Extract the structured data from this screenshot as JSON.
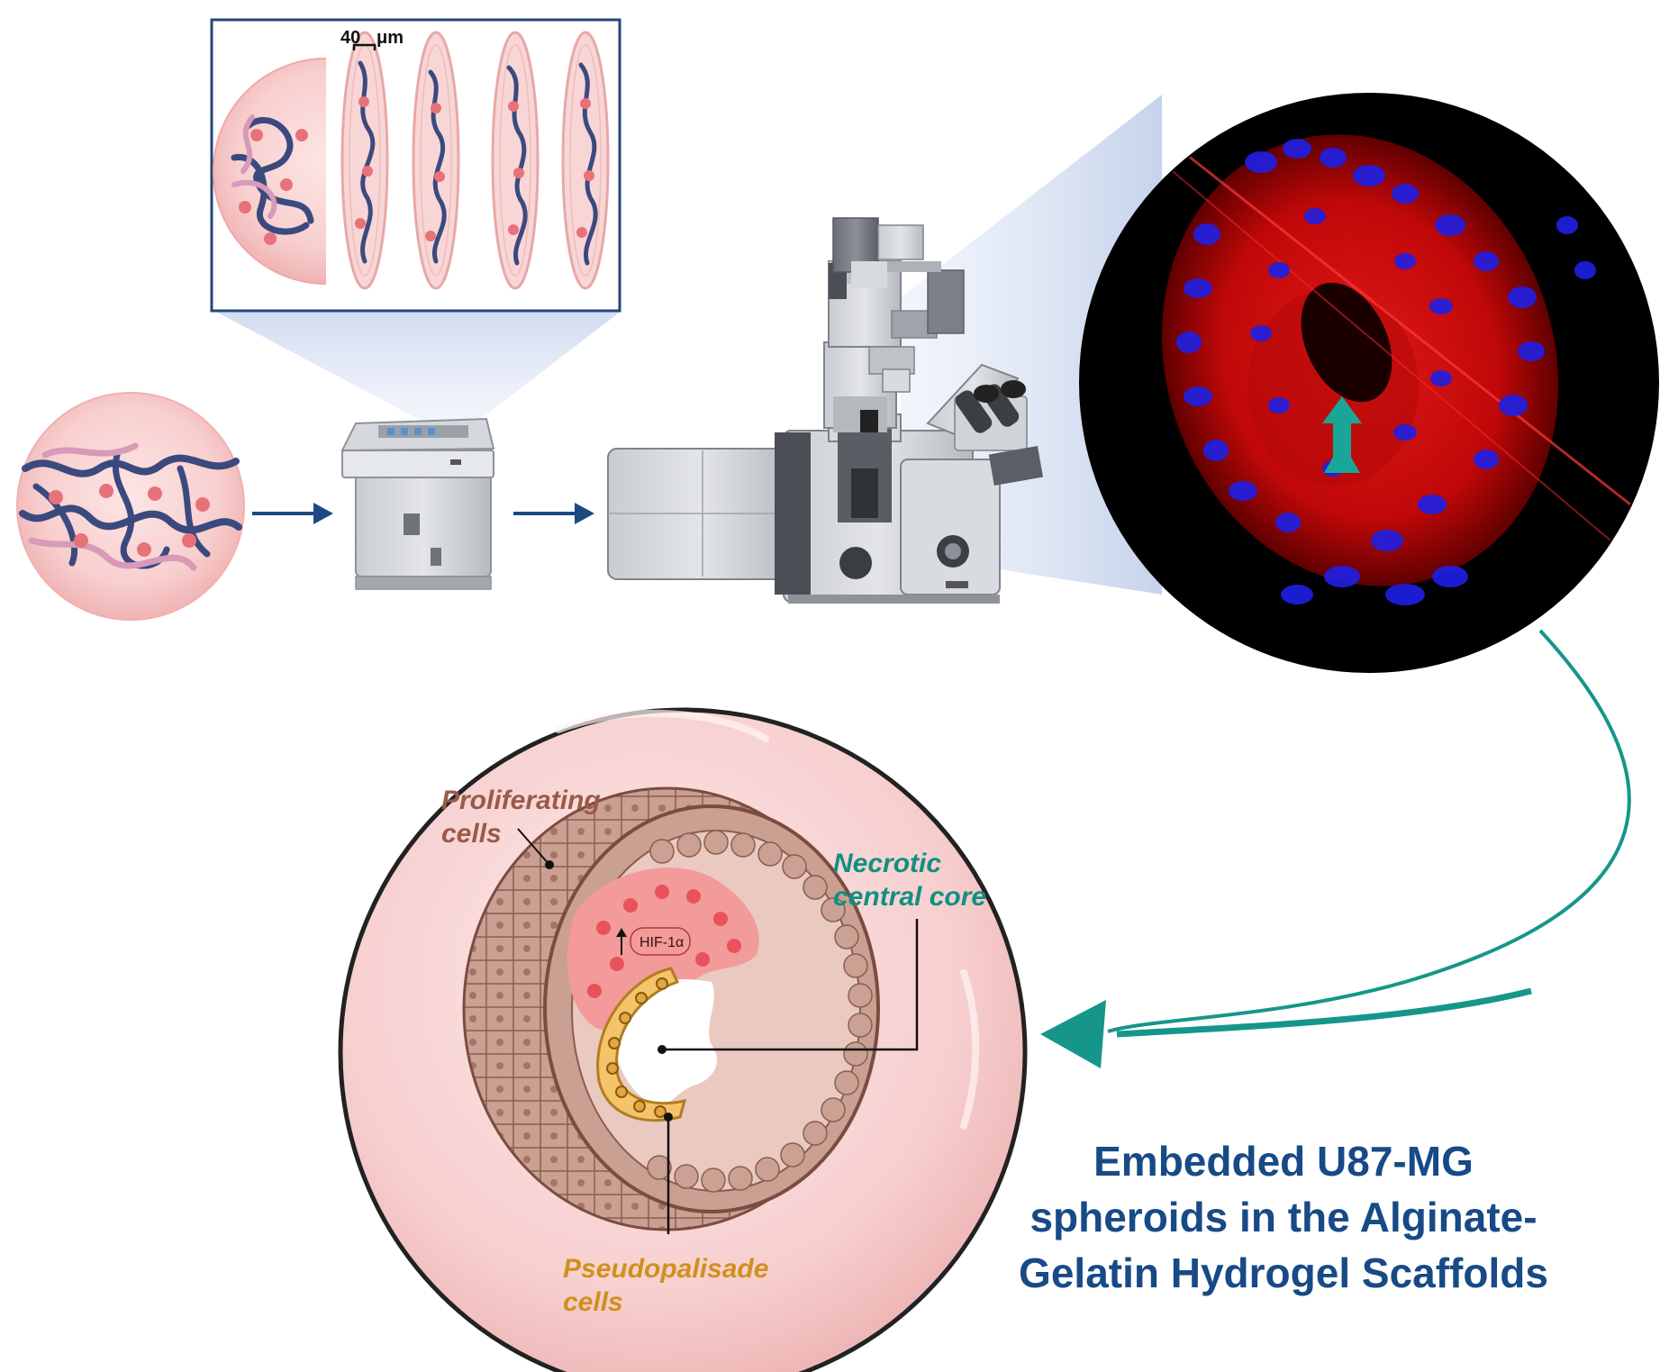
{
  "scale_bar": {
    "value": "40",
    "unit": "μm"
  },
  "labels": {
    "proliferating": [
      "Proliferating",
      "cells"
    ],
    "necrotic": [
      "Necrotic",
      "central core"
    ],
    "pseudopalisade": [
      "Pseudopalisade",
      "cells"
    ],
    "hif": "HIF-1α"
  },
  "title_lines": [
    "Embedded U87-MG",
    "spheroids in the Alginate-",
    "Gelatin Hydrogel Scaffolds"
  ],
  "colors": {
    "fiber_blue": "#3b4a7e",
    "fiber_pink": "#d79ab8",
    "cell_red": "#e8727a",
    "arrow_navy": "#1b4a82",
    "teal": "#16968a",
    "title_blue": "#174a86",
    "label_brown": "#9b5a48",
    "label_teal": "#119080",
    "label_orange": "#d0901e",
    "hydrogel_pink": "#f6c8c8"
  }
}
